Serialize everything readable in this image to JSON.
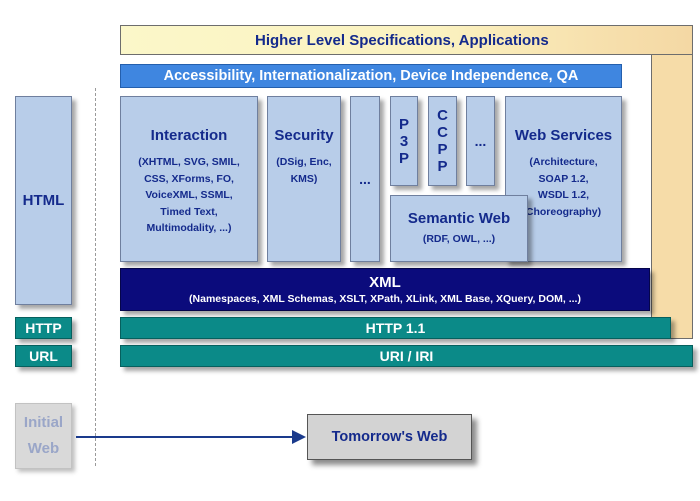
{
  "higher_level": "Higher Level Specifications, Applications",
  "accessibility": "Accessibility, Internationalization, Device Independence, QA",
  "interaction": {
    "title": "Interaction",
    "items": [
      "(XHTML, SVG, SMIL,",
      "CSS, XForms, FO,",
      "VoiceXML, SSML,",
      "Timed Text,",
      "Multimodality, ...)"
    ]
  },
  "security": {
    "title": "Security",
    "items": [
      "(DSig, Enc,",
      "KMS)"
    ]
  },
  "ellipsis_1": "...",
  "p3p": [
    "P",
    "3",
    "P"
  ],
  "ccpp": [
    "C",
    "C",
    "P",
    "P"
  ],
  "ellipsis_2": "...",
  "web_services": {
    "title": "Web Services",
    "items": [
      "(Architecture,",
      "SOAP 1.2,",
      "WSDL 1.2,",
      "Choreography)"
    ]
  },
  "semantic_web": {
    "title": "Semantic Web",
    "sub": "(RDF, OWL, ...)"
  },
  "xml": {
    "title": "XML",
    "sub": "(Namespaces, XML Schemas, XSLT, XPath, XLink, XML Base, XQuery, DOM, ...)"
  },
  "http_layer": "HTTP 1.1",
  "uri_layer": "URI / IRI",
  "left_column": {
    "html": "HTML",
    "http": "HTTP",
    "url": "URL"
  },
  "initial_web": [
    "Initial",
    "Web"
  ],
  "tomorrows_web": "Tomorrow's Web",
  "colors": {
    "pale_box": "#b8cde9",
    "dark_text": "#142a8c",
    "accessibility_bar": "#3f86e0",
    "xml_bar": "#0b0b7c",
    "teal_bar": "#0b8a88",
    "higher_level_fill": "#f6dca8",
    "arrow": "#1a3a8c"
  }
}
